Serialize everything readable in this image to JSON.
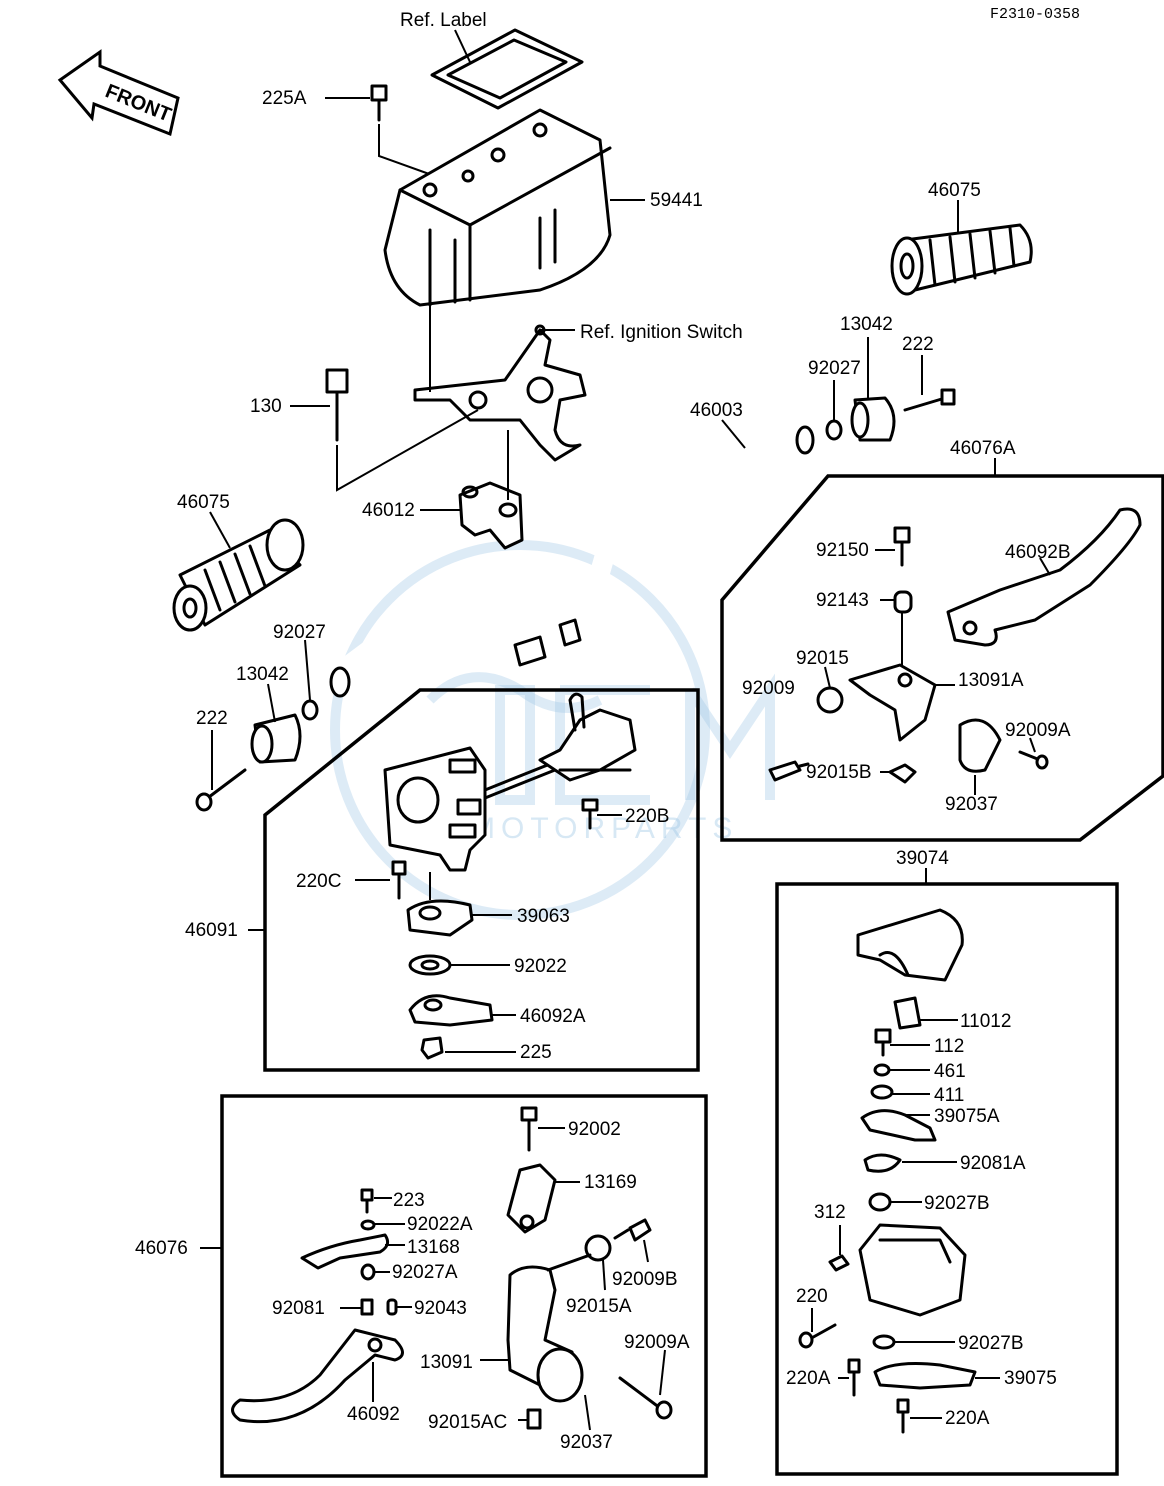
{
  "doc_id": "F2310-0358",
  "front_label": "FRONT",
  "labels": {
    "ref_label": "Ref. Label",
    "ref_ignition": "Ref. Ignition Switch",
    "p225A": "225A",
    "p59441": "59441",
    "p46075a": "46075",
    "p130": "130",
    "p13042a": "13042",
    "p222a": "222",
    "p92027a": "92027",
    "p46003": "46003",
    "p46076A": "46076A",
    "p46075b": "46075",
    "p46012": "46012",
    "p92150": "92150",
    "p46092B": "46092B",
    "p92143": "92143",
    "p92015": "92015",
    "p13091A": "13091A",
    "p92009": "92009",
    "p92009A": "92009A",
    "p92015B": "92015B",
    "p92037a": "92037",
    "p92027b": "92027",
    "p13042b": "13042",
    "p222b": "222",
    "p220B": "220B",
    "p220C": "220C",
    "p46091": "46091",
    "p39063": "39063",
    "p92022": "92022",
    "p46092A": "46092A",
    "p225": "225",
    "p39074": "39074",
    "p11012": "11012",
    "p112": "112",
    "p461": "461",
    "p411": "411",
    "p39075A": "39075A",
    "p92081A": "92081A",
    "p92027B": "92027B",
    "p312": "312",
    "p220": "220",
    "p92027B2": "92027B",
    "p220A": "220A",
    "p39075": "39075",
    "p220A2": "220A",
    "p92002": "92002",
    "p13169": "13169",
    "p223": "223",
    "p92022A": "92022A",
    "p13168": "13168",
    "p92027A": "92027A",
    "p92009B": "92009B",
    "p92081": "92081",
    "p92043": "92043",
    "p92015A": "92015A",
    "p46076": "46076",
    "p92009A2": "92009A",
    "p13091": "13091",
    "p46092": "46092",
    "p92015AC": "92015AC",
    "p92037b": "92037"
  },
  "watermark": "MOTORPARTS",
  "colors": {
    "ink": "#000000",
    "paper": "#ffffff",
    "watermark": "#9ec6e6"
  }
}
